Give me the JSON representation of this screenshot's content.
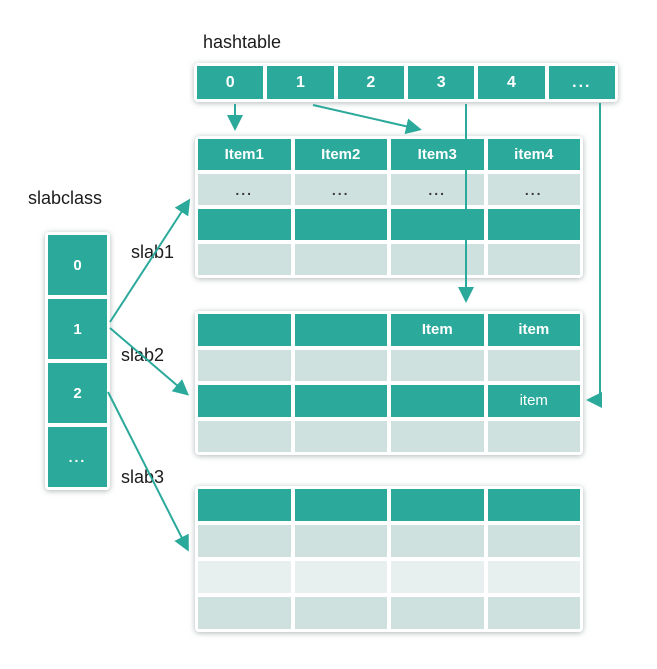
{
  "colors": {
    "teal": "#2ba99b",
    "light_row": "#cfe1de",
    "lighter_row": "#e7f0ee",
    "label_text": "#1c1c1c"
  },
  "labels": {
    "hashtable": "hashtable",
    "slabclass": "slabclass",
    "slab1": "slab1",
    "slab2": "slab2",
    "slab3": "slab3"
  },
  "hashtable": {
    "cells": [
      "0",
      "1",
      "2",
      "3",
      "4",
      "..."
    ]
  },
  "slabclass": {
    "cells": [
      "0",
      "1",
      "2",
      "..."
    ]
  },
  "slab1": {
    "rows": [
      [
        "Item1",
        "Item2",
        "Item3",
        "item4"
      ],
      [
        "...",
        "...",
        "...",
        "..."
      ],
      [
        "",
        "",
        "",
        ""
      ],
      [
        "",
        "",
        "",
        ""
      ]
    ]
  },
  "slab2": {
    "rows": [
      [
        "",
        "",
        "Item",
        "item"
      ],
      [
        "",
        "",
        "",
        ""
      ],
      [
        "",
        "",
        "",
        "item"
      ],
      [
        "",
        "",
        "",
        ""
      ]
    ]
  },
  "slab3": {
    "rows": [
      [
        "",
        "",
        "",
        ""
      ],
      [
        "",
        "",
        "",
        ""
      ],
      [
        "",
        "",
        "",
        ""
      ],
      [
        "",
        "",
        "",
        ""
      ]
    ]
  }
}
